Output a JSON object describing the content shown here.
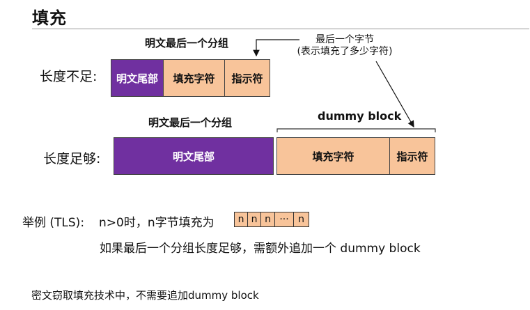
{
  "title": "填充",
  "case_short": {
    "label": "长度不足:",
    "header": "明文最后一个分组",
    "blocks": {
      "plain": "明文尾部",
      "pad": "填充字符",
      "ind": "指示符"
    }
  },
  "callout": {
    "line1": "最后一个字节",
    "line2": "(表示填充了多少字符)"
  },
  "case_enough": {
    "label": "长度足够:",
    "header": "明文最后一个分组",
    "dummy": "dummy block",
    "blocks": {
      "plain": "明文尾部",
      "pad": "填充字符",
      "ind": "指示符"
    }
  },
  "example": {
    "prefix": "举例 (TLS):",
    "text": "n>0时，n字节填充为",
    "cells": [
      "n",
      "n",
      "n",
      "···",
      "n"
    ],
    "line2": "如果最后一个分组长度足够，需额外追加一个 dummy block"
  },
  "footer": "密文窃取填充技术中，不需要追加dummy block"
}
